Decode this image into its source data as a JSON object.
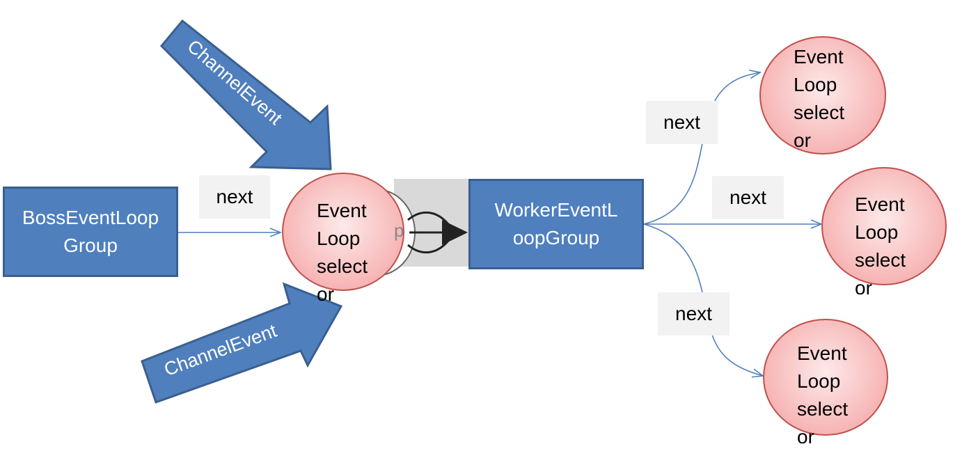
{
  "boss_group": {
    "label": "BossEventLoop\nGroup"
  },
  "worker_group": {
    "label": "WorkerEventL\noopGroup"
  },
  "next_label": "next",
  "event_loop_label": "Event\nLoop\nselect\nor",
  "channel_event_label": "ChannelEvent",
  "fragment_letter": "p",
  "colors": {
    "box_fill": "#4f7fbd",
    "box_border": "#3a5f8f",
    "connector": "#4f7fbd",
    "node_border": "#c0504d",
    "label_bg": "#f2f2f2"
  }
}
